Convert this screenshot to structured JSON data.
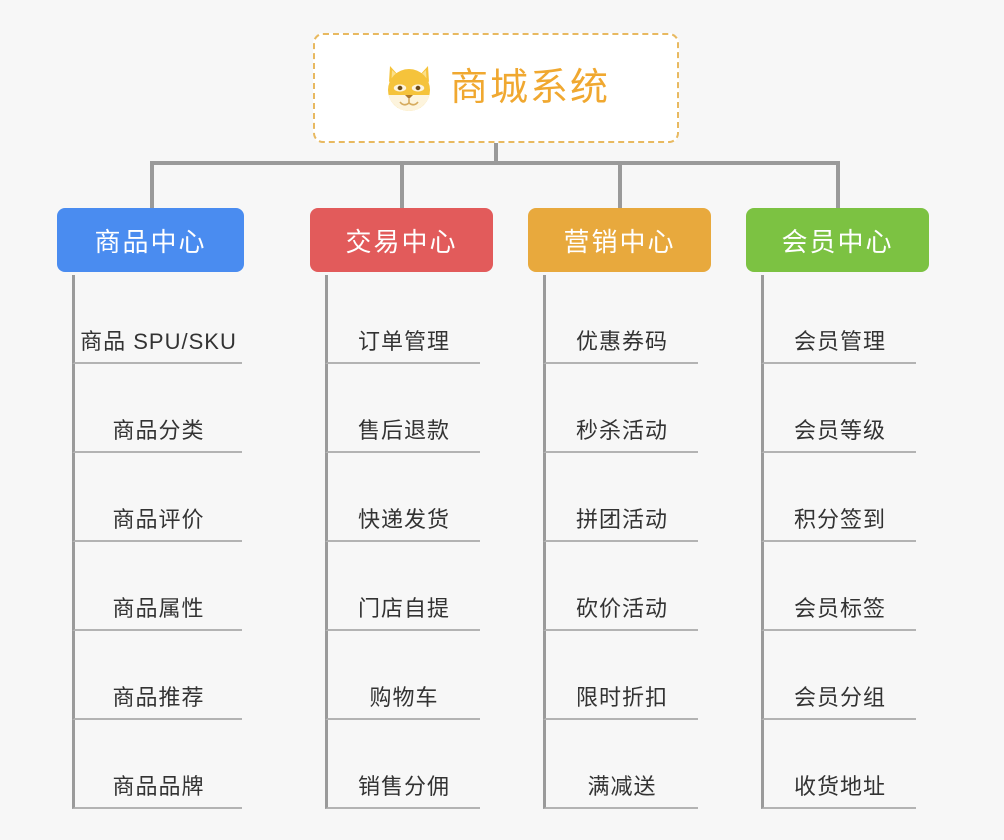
{
  "diagram": {
    "background_color": "#f7f7f7",
    "root": {
      "title": "商城系统",
      "icon": "shiba-dog-icon",
      "text_color": "#f0a830",
      "border_color": "#e8b960",
      "background_color": "#ffffff"
    },
    "connector_color": "#9a9a9a",
    "leaf_underline_color": "#b3b3b3",
    "leaf_text_color": "#333333",
    "branches": [
      {
        "label": "商品中心",
        "color": "#4a8cf0",
        "items": [
          "商品 SPU/SKU",
          "商品分类",
          "商品评价",
          "商品属性",
          "商品推荐",
          "商品品牌"
        ]
      },
      {
        "label": "交易中心",
        "color": "#e25b5b",
        "items": [
          "订单管理",
          "售后退款",
          "快递发货",
          "门店自提",
          "购物车",
          "销售分佣"
        ]
      },
      {
        "label": "营销中心",
        "color": "#e8a93d",
        "items": [
          "优惠券码",
          "秒杀活动",
          "拼团活动",
          "砍价活动",
          "限时折扣",
          "满减送"
        ]
      },
      {
        "label": "会员中心",
        "color": "#7cc242",
        "items": [
          "会员管理",
          "会员等级",
          "积分签到",
          "会员标签",
          "会员分组",
          "收货地址"
        ]
      }
    ]
  }
}
